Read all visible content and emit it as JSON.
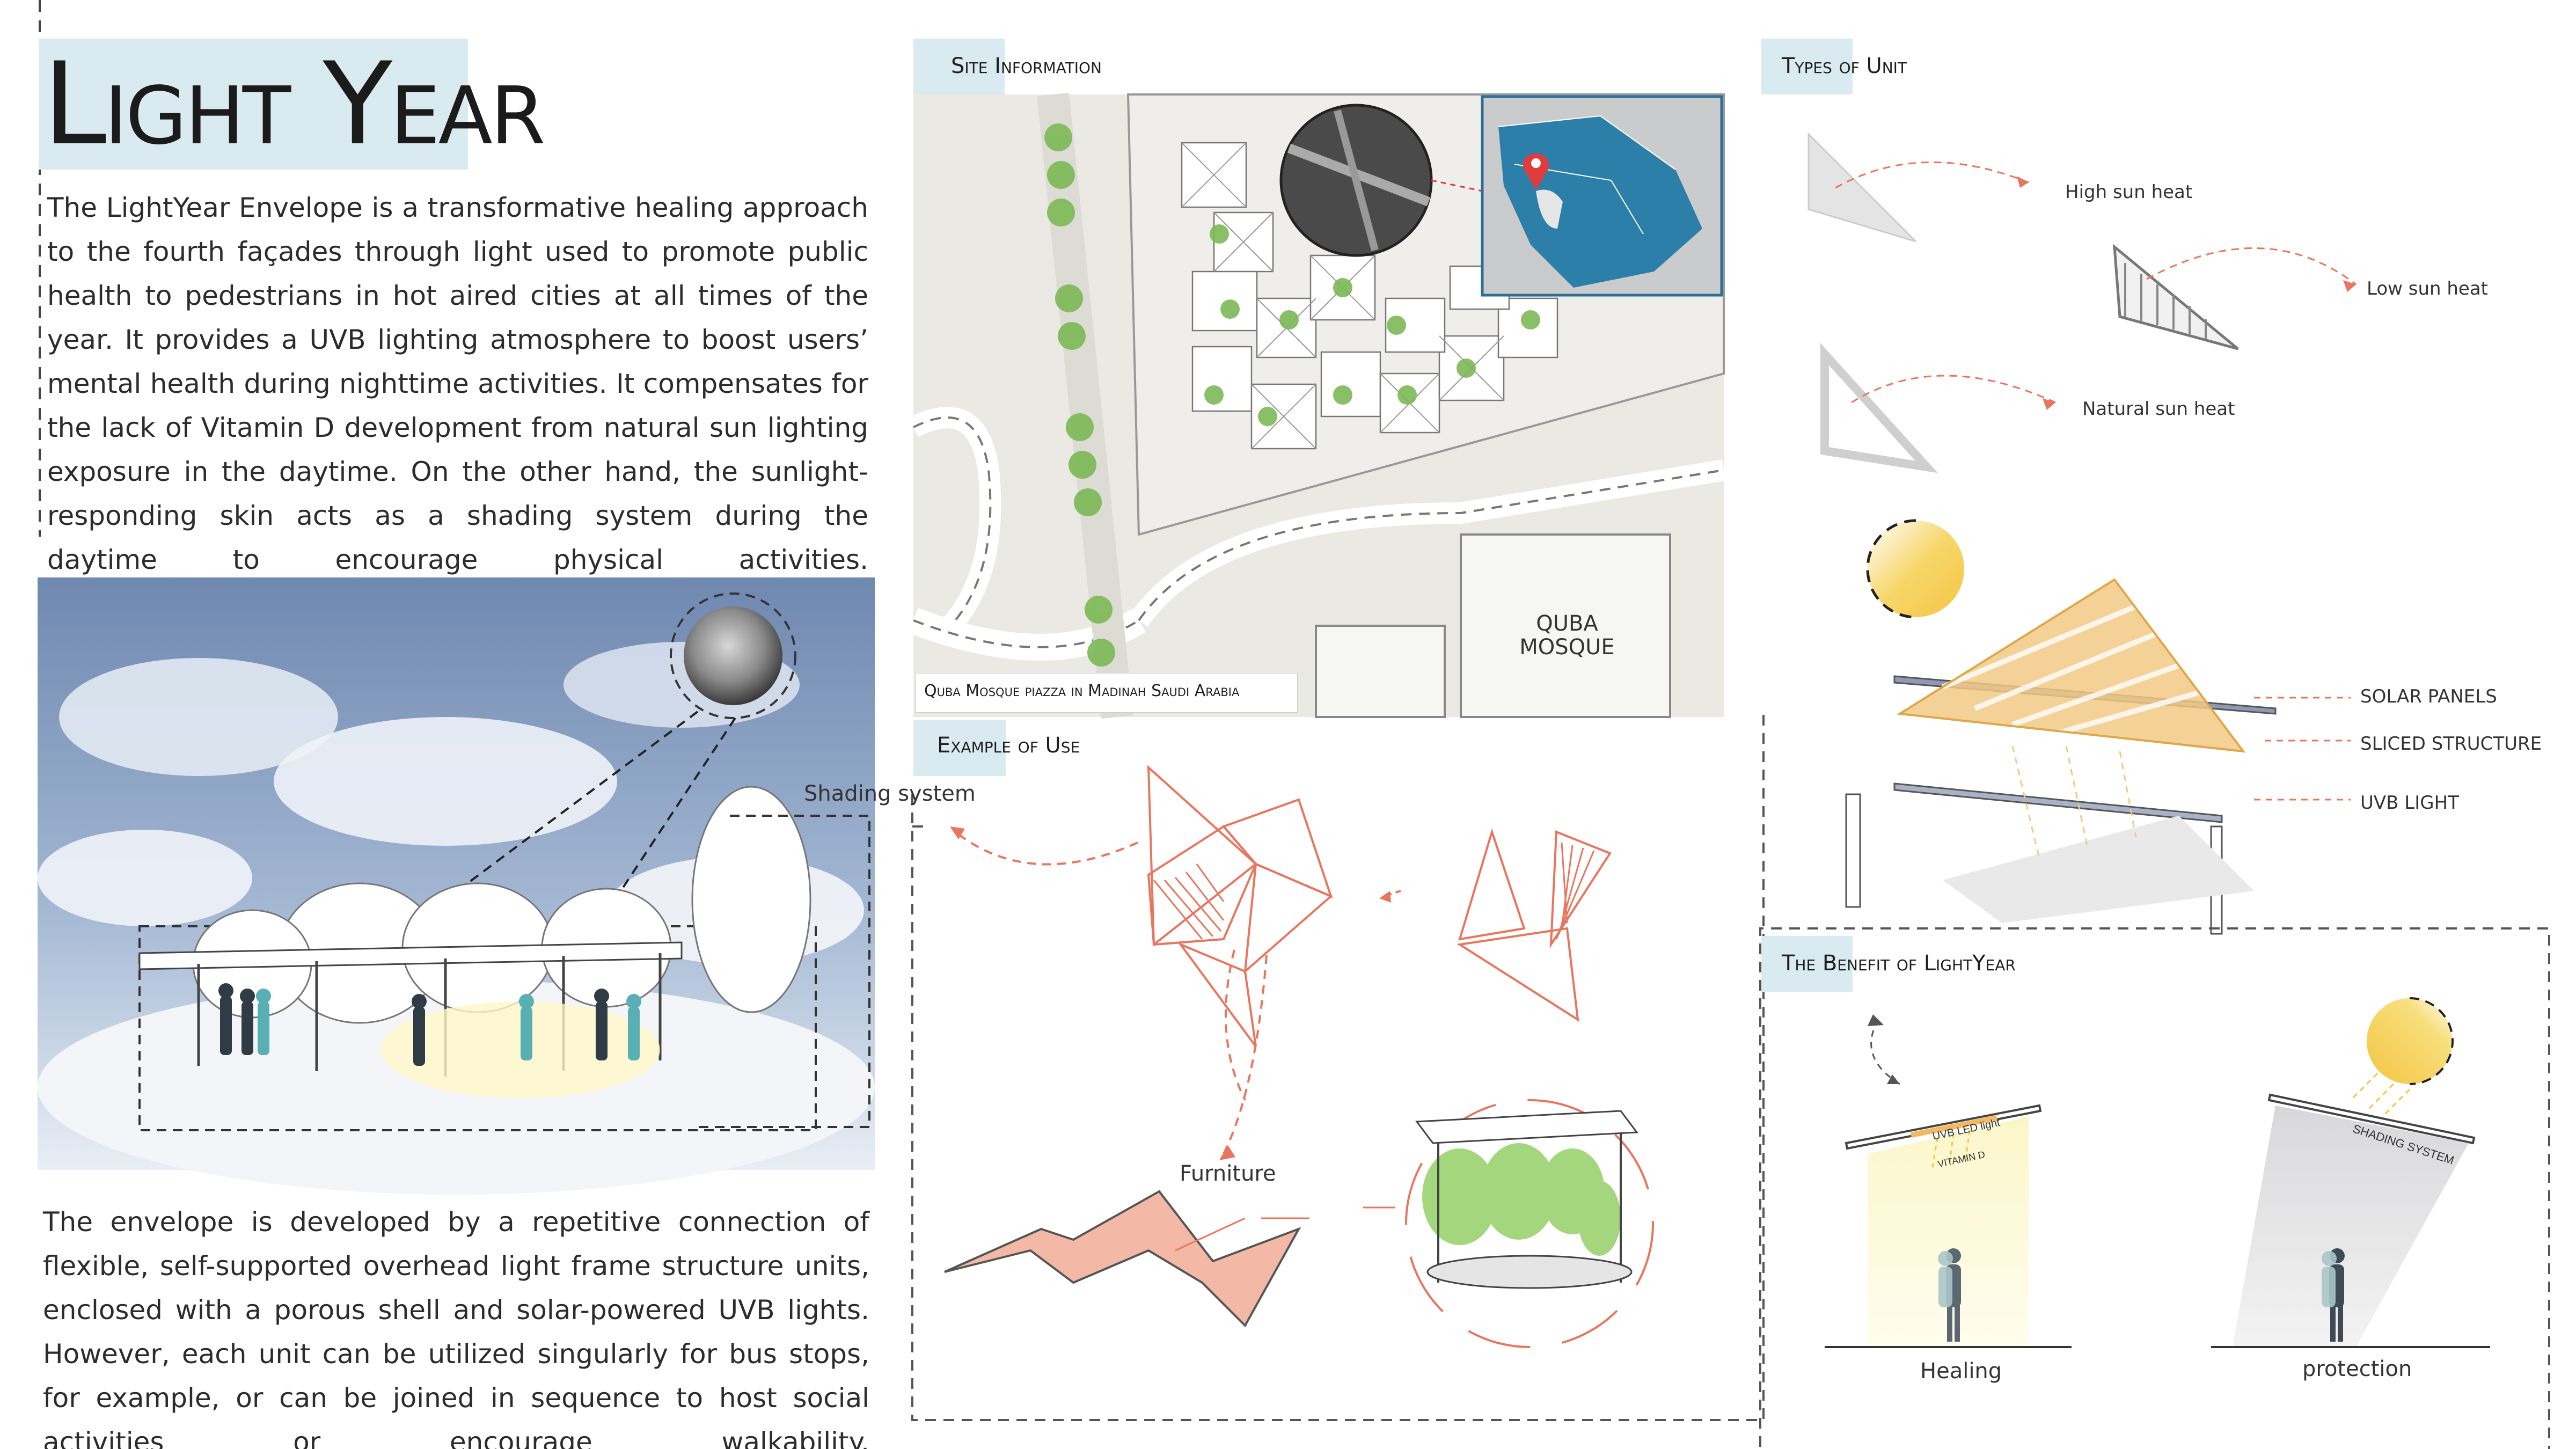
{
  "title": "Light Year",
  "intro_paragraph": "The LightYear Envelope is a transformative healing approach to the fourth façades through light used to promote public health to pedestrians in hot aired cities at all times of the year. It provides a UVB lighting atmosphere to boost users’ mental health during nighttime activities. It compensates for the lack of Vitamin D development from natural sun lighting exposure in the daytime. On the other hand, the sunlight-responding skin acts as a shading system during the daytime to encourage physical activities.",
  "closing_paragraph": "The envelope is developed by a repetitive connection of flexible, self-supported overhead light frame structure units, enclosed with a porous shell and solar-powered UVB lights. However, each unit can be utilized singularly for bus stops, for example, or can be joined in sequence to host social activities or encourage walkability.",
  "site_information": {
    "heading": "Site Information",
    "caption": "Quba Mosque piazza in Madinah Saudi Arabia",
    "mosque_label_line1": "QUBA",
    "mosque_label_line2": "MOSQUE"
  },
  "types_of_unit": {
    "heading": "Types of Unit",
    "labels": [
      "High sun heat",
      "Low sun heat",
      "Natural sun heat"
    ]
  },
  "exploded_diagram": {
    "labels": [
      "SOLAR PANELS",
      "SLICED STRUCTURE",
      "UVB LIGHT"
    ]
  },
  "example_of_use": {
    "heading": "Example of Use",
    "shading_label": "Shading system",
    "furniture_label": "Furniture"
  },
  "benefit": {
    "heading": "The Benefit of LightYear",
    "uvb_led_label": "UVB LED light",
    "vitamin_label": "VITAMIN D",
    "shading_system_label": "SHADING SYSTEM",
    "healing_label": "Healing",
    "protection_label": "protection"
  },
  "colors": {
    "accent_tab": "#d9eaf0",
    "sky_blue": "#7f97bb",
    "map_blue": "#2b7fa8",
    "pin_red": "#e23b3b",
    "salmon": "#e8765f",
    "sun_yellow": "#f4c542",
    "solar_orange": "#f2b962"
  }
}
